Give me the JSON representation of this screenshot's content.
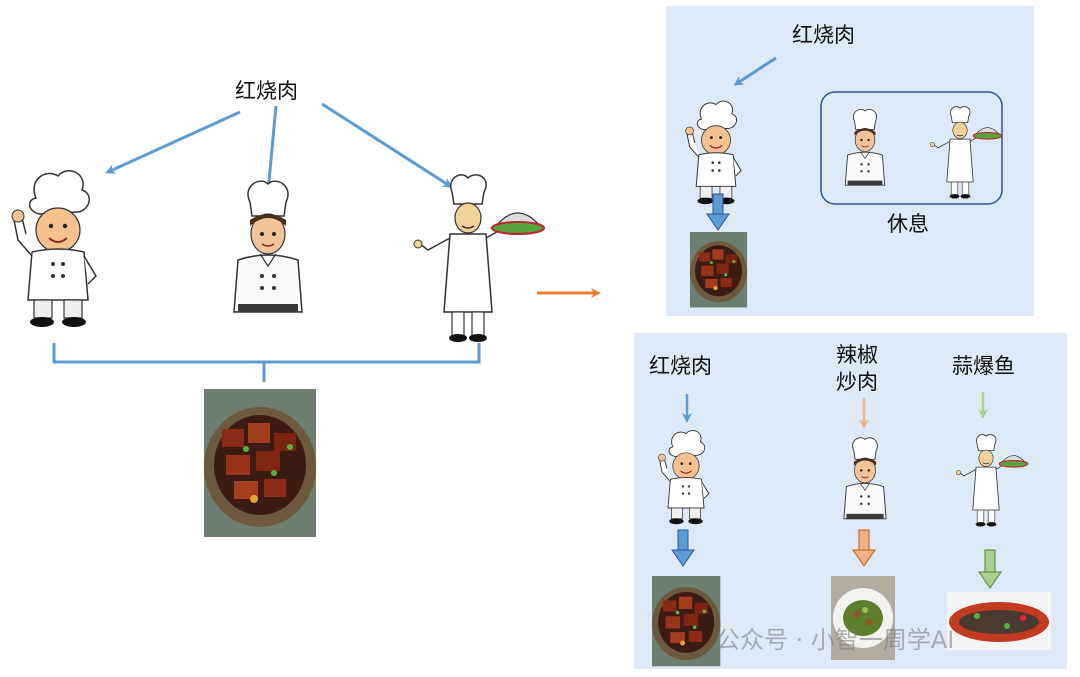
{
  "left": {
    "dish_label": "红烧肉"
  },
  "top_right": {
    "dish_label": "红烧肉",
    "rest_label": "休息"
  },
  "bottom_right": {
    "dishes": [
      {
        "label": "红烧肉"
      },
      {
        "label": "辣椒\n炒肉"
      },
      {
        "label": "蒜爆鱼"
      }
    ]
  },
  "watermark": "公众号 · 小智一周学AI",
  "colors": {
    "arrow_blue": "#5b9bd5",
    "arrow_orange": "#ed7d31",
    "arrow_peach": "#f4b183",
    "arrow_green": "#a9d18e",
    "panel_bg": "#dde9f6",
    "group_border": "#2f5597"
  },
  "icons": [
    "chef-thumbs-up-icon",
    "chef-young-icon",
    "chef-waiter-icon",
    "braised-pork-photo",
    "stir-fry-pepper-pork-photo",
    "garlic-fish-photo"
  ]
}
